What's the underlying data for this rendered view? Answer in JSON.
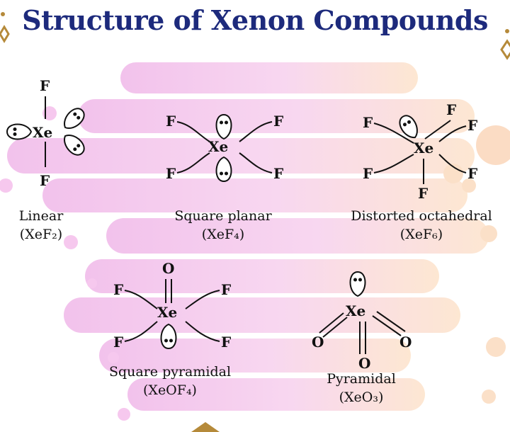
{
  "title": "Structure of Xenon Compounds",
  "atoms": {
    "xenon": "Xe",
    "fluorine": "F",
    "oxygen": "O"
  },
  "compounds": [
    {
      "shape": "Linear",
      "formula": "(XeF₂)"
    },
    {
      "shape": "Square planar",
      "formula": "(XeF₄)"
    },
    {
      "shape": "Distorted octahedral",
      "formula": "(XeF₆)"
    },
    {
      "shape": "Square pyramidal",
      "formula": "(XeOF₄)"
    },
    {
      "shape": "Pyramidal",
      "formula": "(XeO₃)"
    }
  ],
  "colors": {
    "title": "#1d2a7c",
    "background_pink": "#f6c8ee",
    "background_peach": "#fbe0c8",
    "ornament": "#b58a3a"
  }
}
